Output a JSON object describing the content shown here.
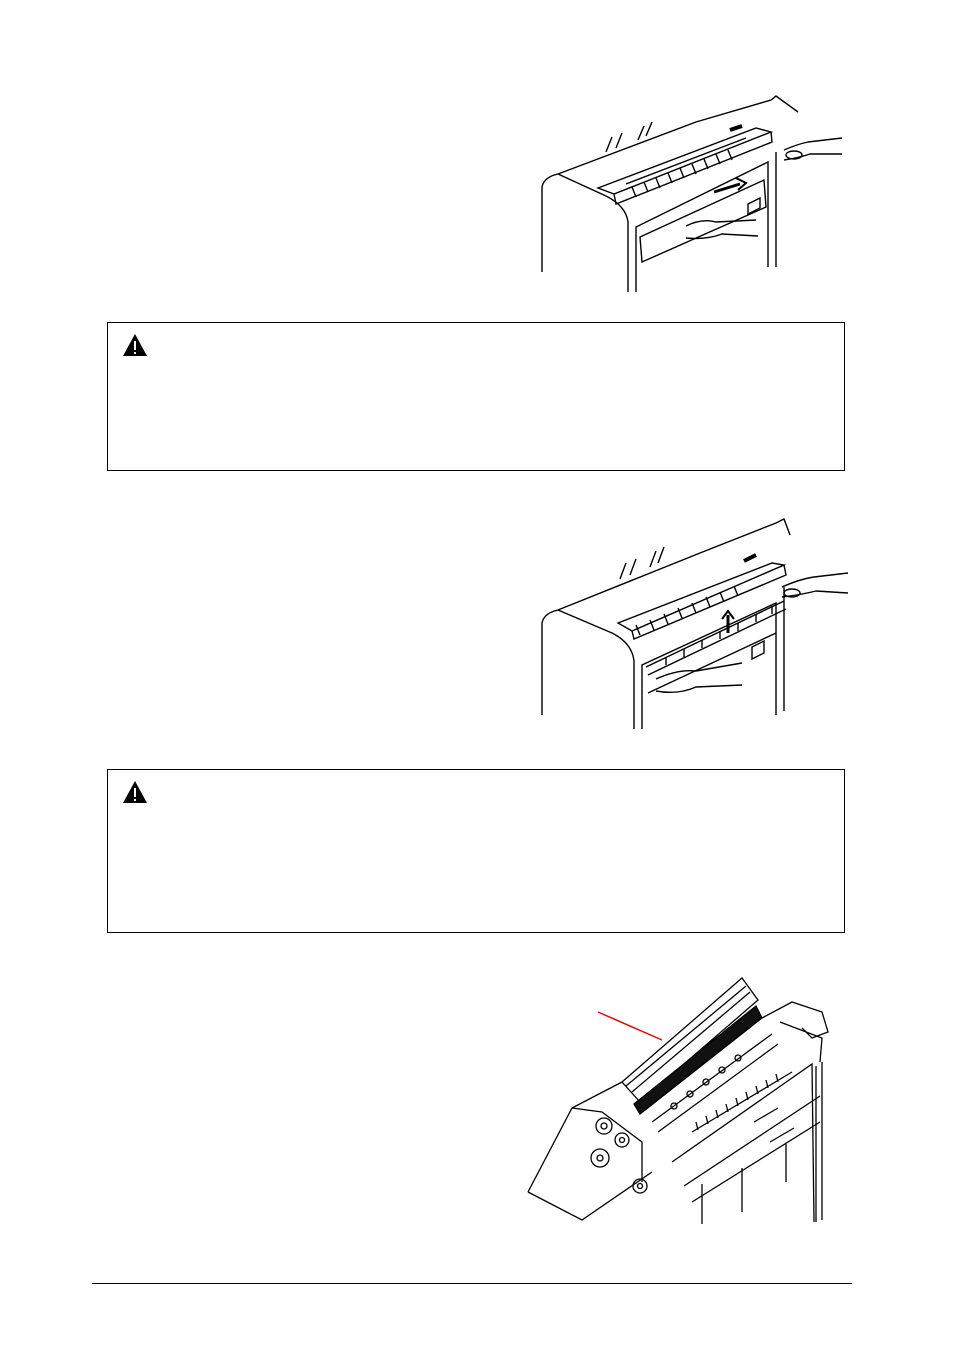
{
  "page": {
    "figures": [
      {
        "name": "figure-unlock-top-cover",
        "icon": "printer-cover-hands-illustration"
      },
      {
        "name": "figure-lift-top-cover",
        "icon": "printer-cover-lift-illustration"
      },
      {
        "name": "figure-open-printer-interior",
        "icon": "printer-interior-illustration"
      }
    ],
    "warnings": [
      {
        "icon": "warning-triangle-icon"
      },
      {
        "icon": "warning-triangle-icon"
      }
    ],
    "colors": {
      "callout_line": "#d01010",
      "ink": "#000000"
    }
  }
}
